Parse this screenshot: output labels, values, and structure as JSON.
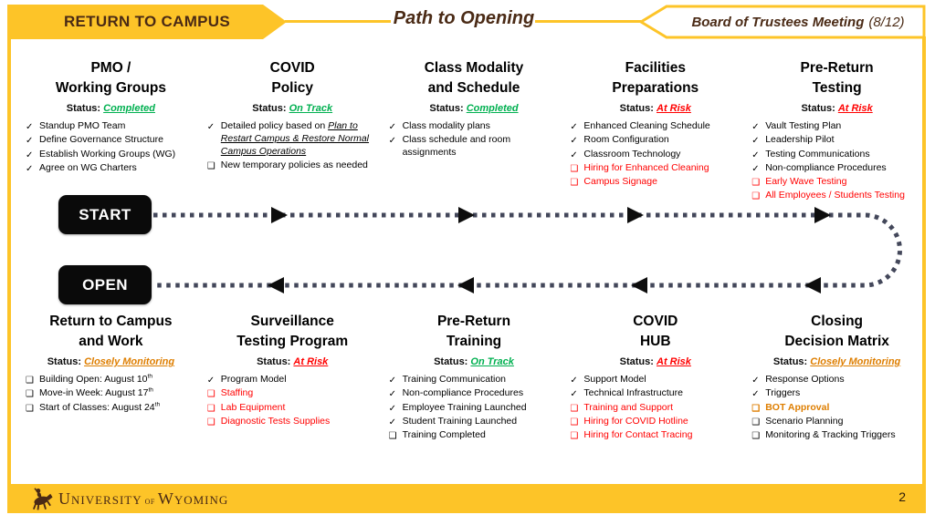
{
  "theme": {
    "gold": "#FDC428",
    "brown": "#4A2A15",
    "green": "#00B050",
    "red": "#FF0000",
    "orange": "#DE7E00",
    "path": "#43475A"
  },
  "labels": {
    "status": "Status"
  },
  "markers": {
    "check": "✓",
    "box": "❑"
  },
  "header": {
    "banner": "RETURN TO CAMPUS",
    "title": "Path to Opening",
    "meeting": "Board of Trustees Meeting",
    "meeting_date": "(8/12)"
  },
  "path": {
    "start_label": "START",
    "open_label": "OPEN"
  },
  "top_row": [
    {
      "title": [
        "PMO /",
        "Working Groups"
      ],
      "status": {
        "t": "Completed",
        "c": "g"
      },
      "items": [
        {
          "m": "check",
          "c": "k",
          "p": [
            "Standup PMO Team"
          ]
        },
        {
          "m": "check",
          "c": "k",
          "p": [
            "Define Governance Structure"
          ]
        },
        {
          "m": "check",
          "c": "k",
          "p": [
            "Establish Working Groups (WG)"
          ]
        },
        {
          "m": "check",
          "c": "k",
          "p": [
            "Agree on WG Charters"
          ]
        }
      ]
    },
    {
      "title": [
        "COVID",
        "Policy"
      ],
      "status": {
        "t": "On Track",
        "c": "g"
      },
      "items": [
        {
          "m": "check",
          "c": "k",
          "p": [
            "Detailed policy based on ",
            {
              "t": "Plan to Restart Campus & Restore Normal Campus Operations",
              "u": true
            }
          ]
        },
        {
          "m": "box",
          "c": "k",
          "p": [
            "New temporary policies as needed"
          ]
        }
      ]
    },
    {
      "title": [
        "Class Modality",
        "and Schedule"
      ],
      "status": {
        "t": "Completed",
        "c": "g"
      },
      "items": [
        {
          "m": "check",
          "c": "k",
          "p": [
            "Class modality plans"
          ]
        },
        {
          "m": "check",
          "c": "k",
          "p": [
            "Class schedule and room assignments"
          ]
        }
      ]
    },
    {
      "title": [
        "Facilities",
        "Preparations"
      ],
      "status": {
        "t": "At Risk",
        "c": "r"
      },
      "items": [
        {
          "m": "check",
          "c": "k",
          "p": [
            "Enhanced Cleaning Schedule"
          ]
        },
        {
          "m": "check",
          "c": "k",
          "p": [
            "Room Configuration"
          ]
        },
        {
          "m": "check",
          "c": "k",
          "p": [
            "Classroom Technology"
          ]
        },
        {
          "m": "box",
          "c": "r",
          "p": [
            "Hiring for Enhanced Cleaning"
          ]
        },
        {
          "m": "box",
          "c": "r",
          "p": [
            "Campus Signage"
          ]
        }
      ]
    },
    {
      "title": [
        "Pre-Return",
        "Testing"
      ],
      "status": {
        "t": "At Risk",
        "c": "r"
      },
      "items": [
        {
          "m": "check",
          "c": "k",
          "p": [
            "Vault Testing Plan"
          ]
        },
        {
          "m": "check",
          "c": "k",
          "p": [
            "Leadership Pilot"
          ]
        },
        {
          "m": "check",
          "c": "k",
          "p": [
            "Testing Communications"
          ]
        },
        {
          "m": "check",
          "c": "k",
          "p": [
            "Non-compliance Procedures"
          ]
        },
        {
          "m": "box",
          "c": "r",
          "p": [
            "Early Wave Testing"
          ]
        },
        {
          "m": "box",
          "c": "r",
          "p": [
            "All Employees / Students Testing"
          ]
        }
      ]
    }
  ],
  "bottom_row": [
    {
      "title": [
        "Return to Campus",
        "and Work"
      ],
      "status": {
        "t": "Closely Monitoring",
        "c": "o"
      },
      "items": [
        {
          "m": "box",
          "c": "k",
          "p": [
            "Building Open: August 10",
            {
              "t": "th",
              "sup": true
            }
          ]
        },
        {
          "m": "box",
          "c": "k",
          "p": [
            "Move-in Week: August 17",
            {
              "t": "th",
              "sup": true
            }
          ]
        },
        {
          "m": "box",
          "c": "k",
          "p": [
            "Start of Classes: August 24",
            {
              "t": "th",
              "sup": true
            }
          ]
        }
      ]
    },
    {
      "title": [
        "Surveillance",
        "Testing Program"
      ],
      "status": {
        "t": "At Risk",
        "c": "r"
      },
      "items": [
        {
          "m": "check",
          "c": "k",
          "p": [
            "Program Model"
          ]
        },
        {
          "m": "box",
          "c": "r",
          "p": [
            "Staffing"
          ]
        },
        {
          "m": "box",
          "c": "r",
          "p": [
            "Lab Equipment"
          ]
        },
        {
          "m": "box",
          "c": "r",
          "p": [
            "Diagnostic Tests Supplies"
          ]
        }
      ]
    },
    {
      "title": [
        "Pre-Return",
        "Training"
      ],
      "status": {
        "t": "On Track",
        "c": "g"
      },
      "items": [
        {
          "m": "check",
          "c": "k",
          "p": [
            "Training Communication"
          ]
        },
        {
          "m": "check",
          "c": "k",
          "p": [
            "Non-compliance Procedures"
          ]
        },
        {
          "m": "check",
          "c": "k",
          "p": [
            "Employee Training Launched"
          ]
        },
        {
          "m": "check",
          "c": "k",
          "p": [
            "Student Training Launched"
          ]
        },
        {
          "m": "box",
          "c": "k",
          "p": [
            "Training Completed"
          ]
        }
      ]
    },
    {
      "title": [
        "COVID",
        "HUB"
      ],
      "status": {
        "t": "At Risk",
        "c": "r"
      },
      "items": [
        {
          "m": "check",
          "c": "k",
          "p": [
            "Support Model"
          ]
        },
        {
          "m": "check",
          "c": "k",
          "p": [
            "Technical Infrastructure"
          ]
        },
        {
          "m": "box",
          "c": "r",
          "p": [
            "Training and Support"
          ]
        },
        {
          "m": "box",
          "c": "r",
          "p": [
            "Hiring for COVID Hotline"
          ]
        },
        {
          "m": "box",
          "c": "r",
          "p": [
            "Hiring for Contact Tracing"
          ]
        }
      ]
    },
    {
      "title": [
        "Closing",
        "Decision Matrix"
      ],
      "status": {
        "t": "Closely Monitoring",
        "c": "o"
      },
      "items": [
        {
          "m": "check",
          "c": "k",
          "p": [
            "Response Options"
          ]
        },
        {
          "m": "check",
          "c": "k",
          "p": [
            "Triggers"
          ]
        },
        {
          "m": "box",
          "c": "o",
          "p": [
            "BOT Approval"
          ]
        },
        {
          "m": "box",
          "c": "k",
          "p": [
            "Scenario Planning"
          ]
        },
        {
          "m": "box",
          "c": "k",
          "p": [
            "Monitoring & Tracking Triggers"
          ]
        }
      ]
    }
  ],
  "footer": {
    "logo_university": "UNIVERSITY",
    "logo_of": "OF",
    "logo_wyoming": "WYOMING",
    "page_number": "2"
  }
}
